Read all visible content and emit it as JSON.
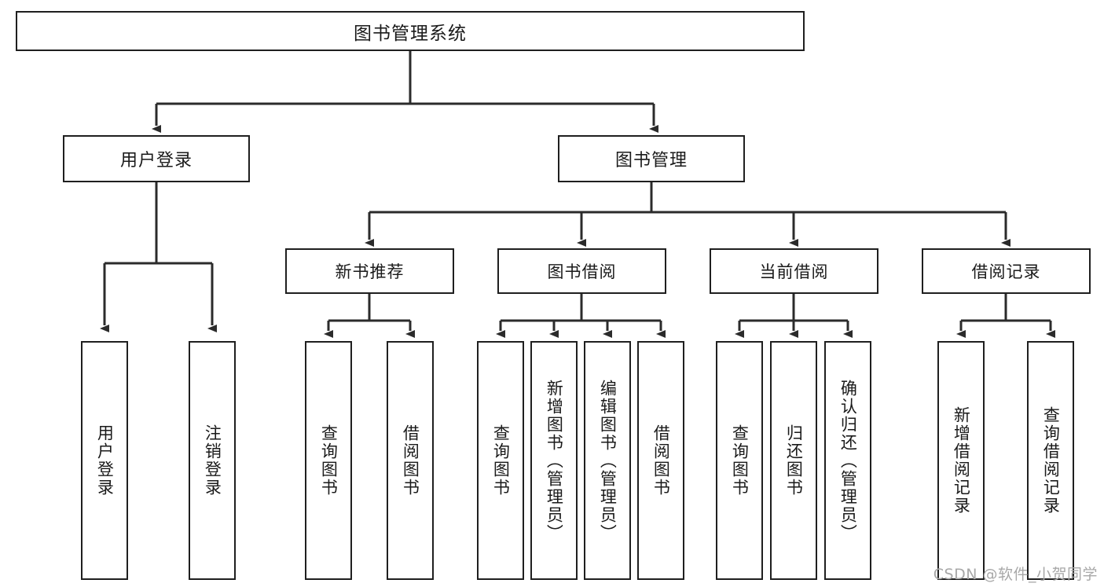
{
  "diagram": {
    "type": "tree",
    "title": "图书管理系统",
    "watermark": "CSDN @软件_小贺同学",
    "colors": {
      "border": "#1f1f1f",
      "background": "#ffffff",
      "text": "#1a1a1a",
      "watermark": "#a8a8a8"
    },
    "nodes": {
      "root": {
        "label": "图书管理系统"
      },
      "level2": [
        {
          "id": "user-login",
          "label": "用户登录"
        },
        {
          "id": "book-management",
          "label": "图书管理"
        }
      ],
      "level3": [
        {
          "id": "new-book-recommend",
          "label": "新书推荐"
        },
        {
          "id": "book-borrow",
          "label": "图书借阅"
        },
        {
          "id": "current-borrow",
          "label": "当前借阅"
        },
        {
          "id": "borrow-record",
          "label": "借阅记录"
        }
      ],
      "leaves": {
        "user-login": [
          {
            "id": "leaf-user-login",
            "label": "用户登录"
          },
          {
            "id": "leaf-logout-login",
            "label": "注销登录"
          }
        ],
        "new-book-recommend": [
          {
            "id": "leaf-query-book-1",
            "label": "查询图书"
          },
          {
            "id": "leaf-borrow-book-1",
            "label": "借阅图书"
          }
        ],
        "book-borrow": [
          {
            "id": "leaf-query-book-2",
            "label": "查询图书"
          },
          {
            "id": "leaf-add-book-admin",
            "label": "新增图书（管理员）"
          },
          {
            "id": "leaf-edit-book-admin",
            "label": "编辑图书（管理员）"
          },
          {
            "id": "leaf-borrow-book-2",
            "label": "借阅图书"
          }
        ],
        "current-borrow": [
          {
            "id": "leaf-query-book-3",
            "label": "查询图书"
          },
          {
            "id": "leaf-return-book",
            "label": "归还图书"
          },
          {
            "id": "leaf-confirm-return-admin",
            "label": "确认归还（管理员）"
          }
        ],
        "borrow-record": [
          {
            "id": "leaf-add-borrow-record",
            "label": "新增借阅记录"
          },
          {
            "id": "leaf-query-borrow-record",
            "label": "查询借阅记录"
          }
        ]
      }
    }
  }
}
